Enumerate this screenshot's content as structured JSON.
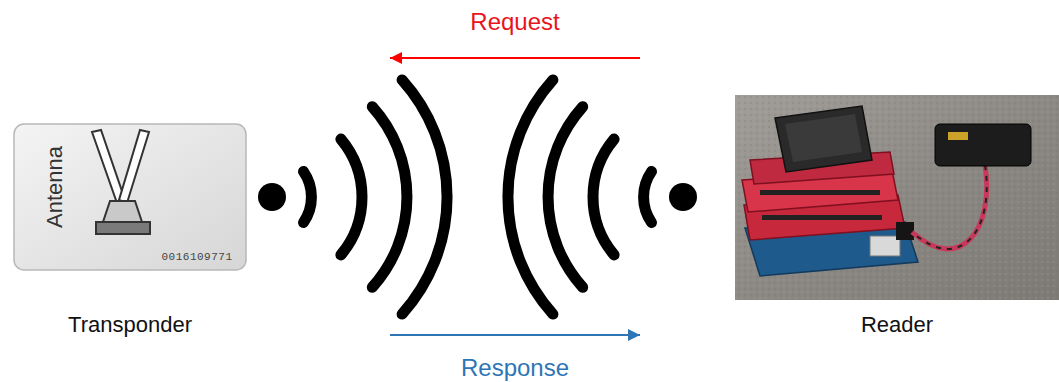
{
  "diagram": {
    "nodes": [
      {
        "text": [
          "Antenna",
          "0016109771",
          "Transponder"
        ]
      },
      {
        "text": [
          "Reader"
        ]
      }
    ],
    "edges": [
      {
        "from": 1,
        "to": 0,
        "arrow": "to",
        "label": "Request"
      },
      {
        "from": 0,
        "to": 1,
        "arrow": "to",
        "label": "Response"
      }
    ]
  }
}
